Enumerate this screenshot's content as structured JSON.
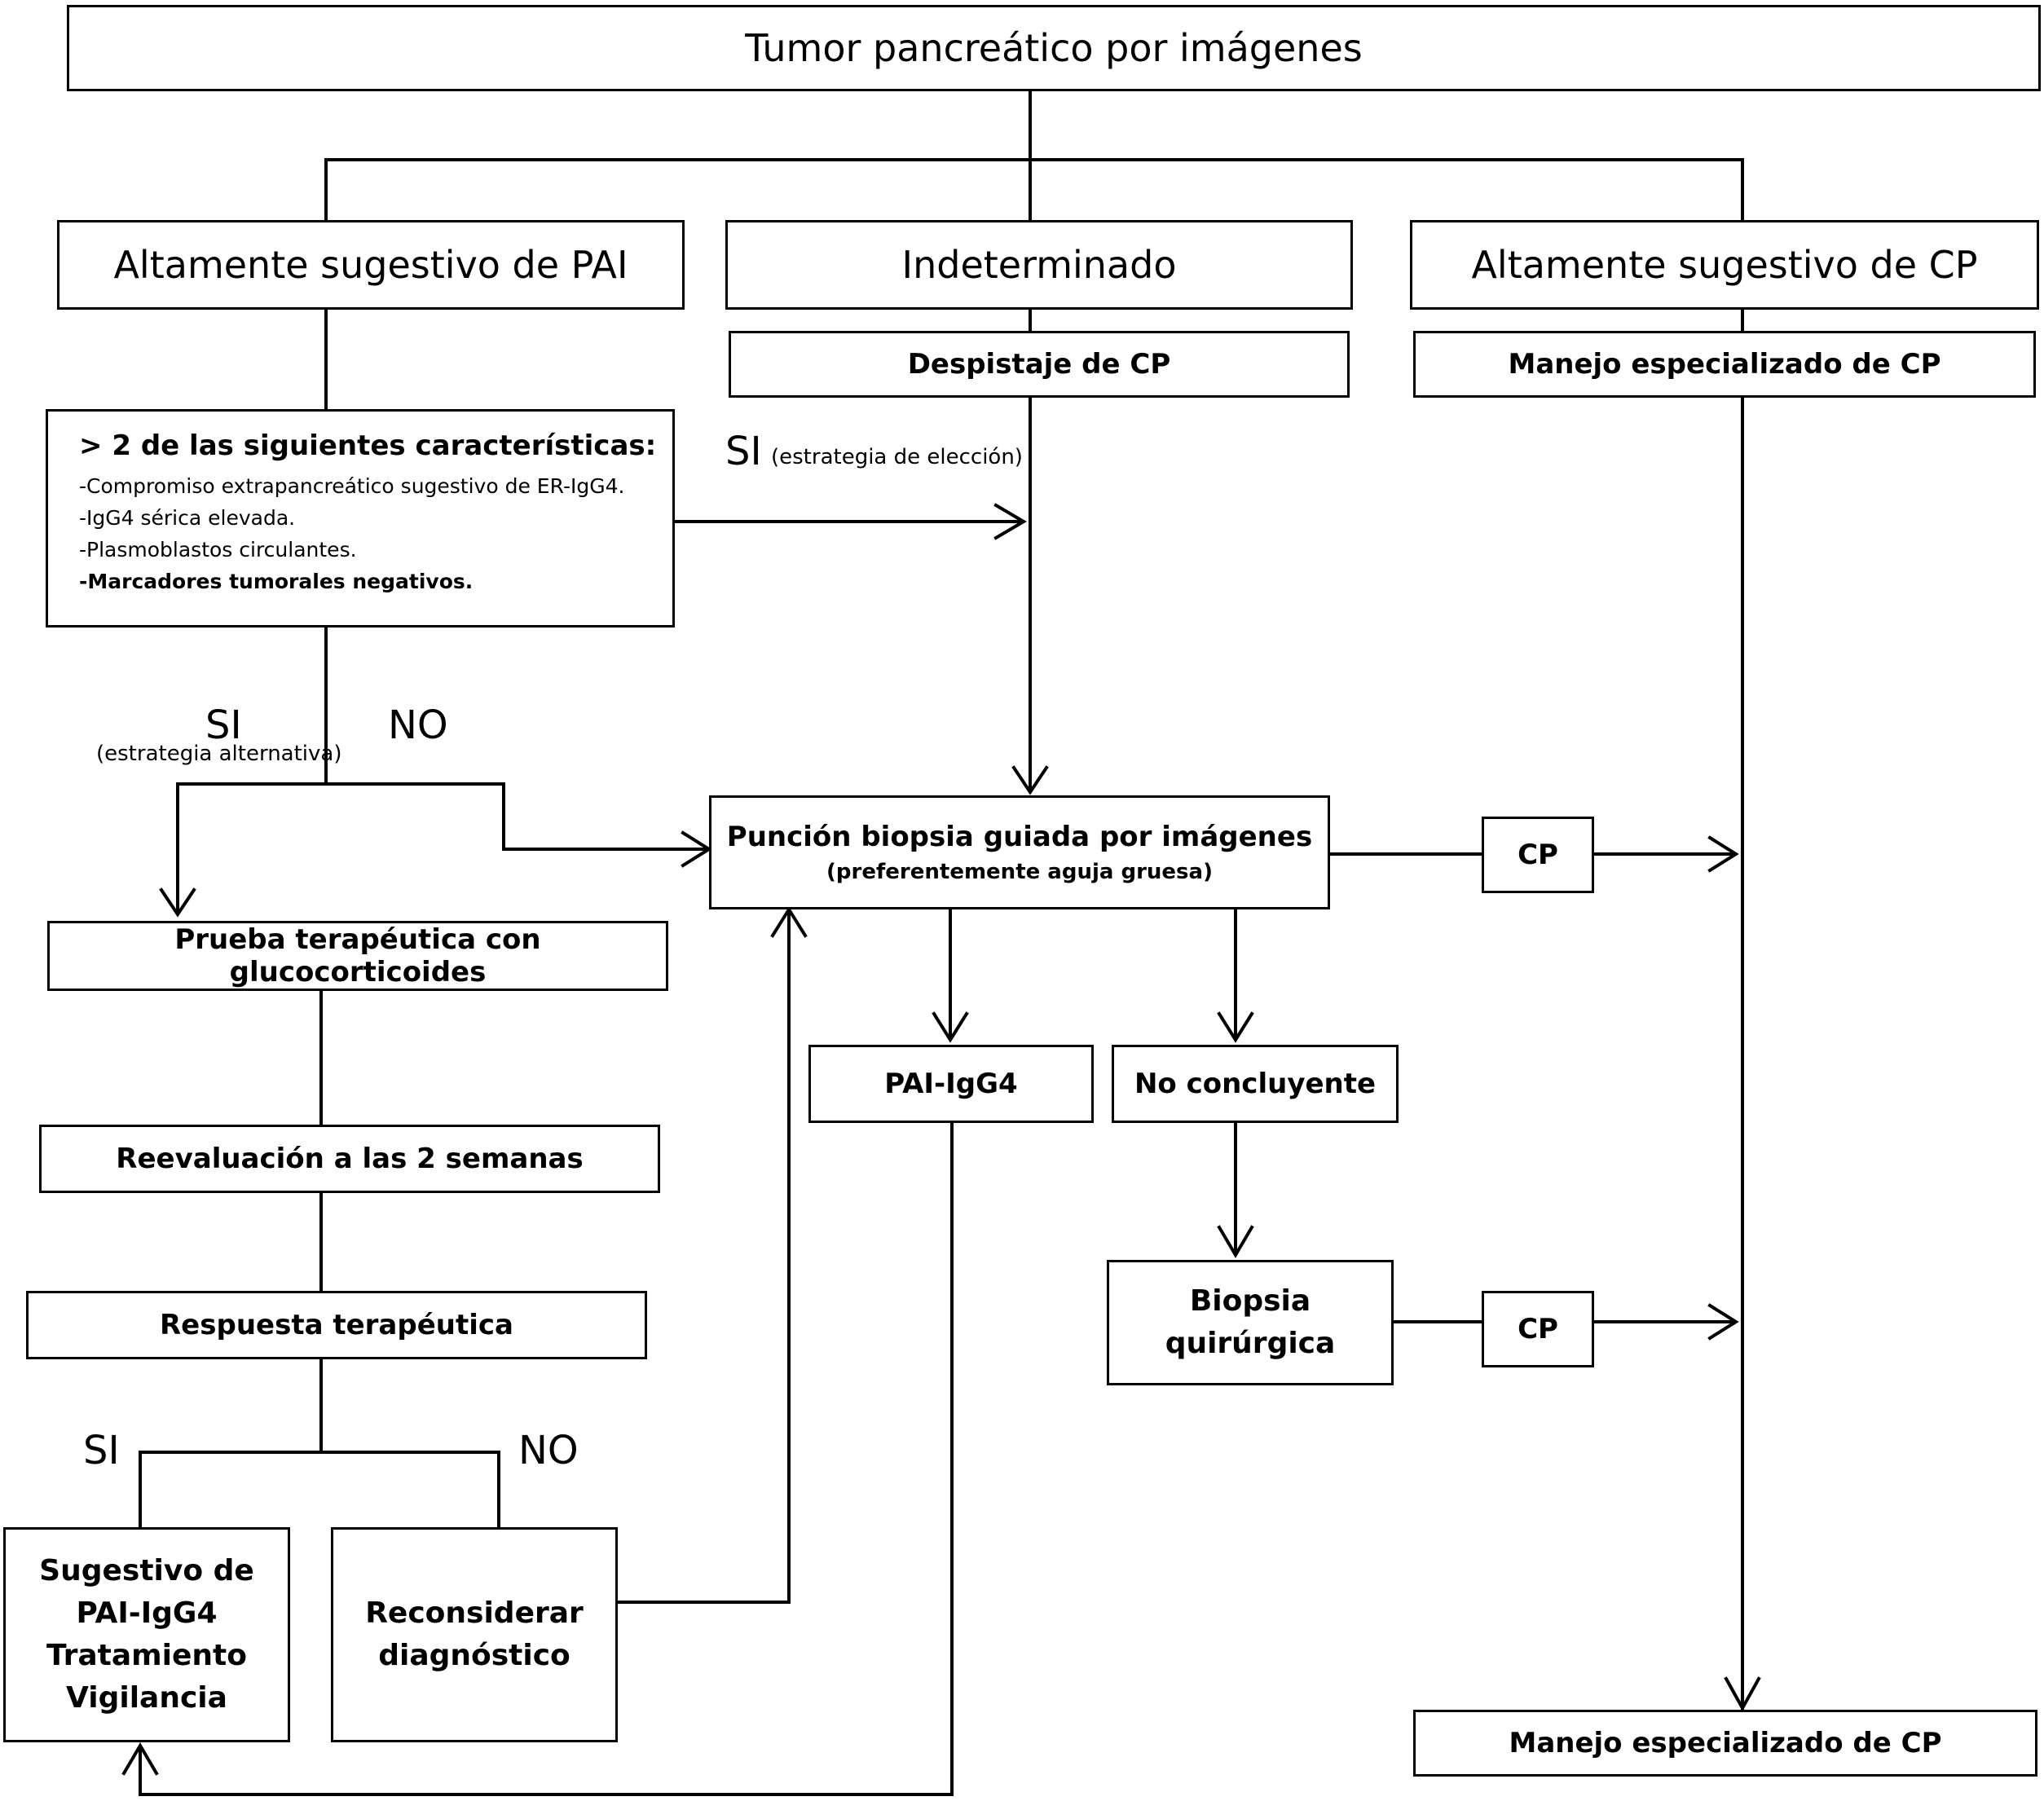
{
  "title": "Tumor pancreático por imágenes",
  "categories": {
    "pai": "Altamente sugestivo de PAI",
    "indet": "Indeterminado",
    "cp": "Altamente sugestivo de CP"
  },
  "despistaje": "Despistaje de CP",
  "manejo_top": "Manejo especializado de CP",
  "criteria": {
    "heading": "> 2 de las siguientes características:",
    "items": [
      "-Compromiso extrapancreático sugestivo de ER-IgG4.",
      "-IgG4 sérica elevada.",
      "-Plasmoblastos circulantes.",
      "-Marcadores tumorales negativos."
    ]
  },
  "si_eleccion": {
    "si": "SI",
    "note": "(estrategia de elección)"
  },
  "si_alternativa": {
    "si": "SI",
    "note": "(estrategia alternativa)"
  },
  "no_label": "NO",
  "puncion": {
    "title": "Punción biopsia guiada por imágenes",
    "note": "(preferentemente aguja gruesa)"
  },
  "cp_result_1": "CP",
  "cp_result_2": "CP",
  "prueba": "Prueba terapéutica con glucocorticoides",
  "reevaluacion": "Reevaluación a las 2 semanas",
  "respuesta": "Respuesta terapéutica",
  "resp_si": "SI",
  "resp_no": "NO",
  "pai_igg4": "PAI-IgG4",
  "no_concluyente": "No concluyente",
  "biopsia": [
    "Biopsia",
    "quirúrgica"
  ],
  "sugestivo": [
    "Sugestivo de",
    "PAI-IgG4",
    "Tratamiento",
    "Vigilancia"
  ],
  "reconsiderar": [
    "Reconsiderar",
    "diagnóstico"
  ],
  "manejo_bottom": "Manejo especializado de CP"
}
